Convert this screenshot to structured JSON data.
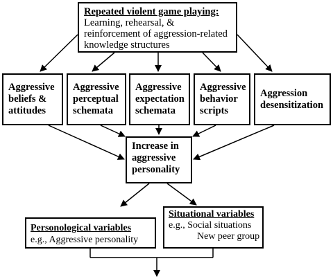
{
  "top_box": {
    "title": "Repeated violent game playing:",
    "lines": [
      "Learning, rehearsal, &",
      "reinforcement of aggression-related",
      "knowledge structures"
    ]
  },
  "mid_boxes": [
    {
      "lines": [
        "Aggressive",
        "beliefs &",
        "attitudes"
      ]
    },
    {
      "lines": [
        "Aggressive",
        "perceptual",
        "schemata"
      ]
    },
    {
      "lines": [
        "Aggressive",
        "expectation",
        "schemata"
      ]
    },
    {
      "lines": [
        "Aggressive",
        "behavior",
        "scripts"
      ]
    },
    {
      "lines": [
        "Aggression",
        "desensitization"
      ]
    }
  ],
  "center_box": {
    "lines": [
      "Increase in",
      "aggressive",
      "personality"
    ]
  },
  "personological_box": {
    "title": "Personological variables",
    "line": "e.g., Aggressive personality"
  },
  "situational_box": {
    "title": "Situational variables",
    "line1": "e.g., Social situations",
    "line2": "New peer group"
  }
}
